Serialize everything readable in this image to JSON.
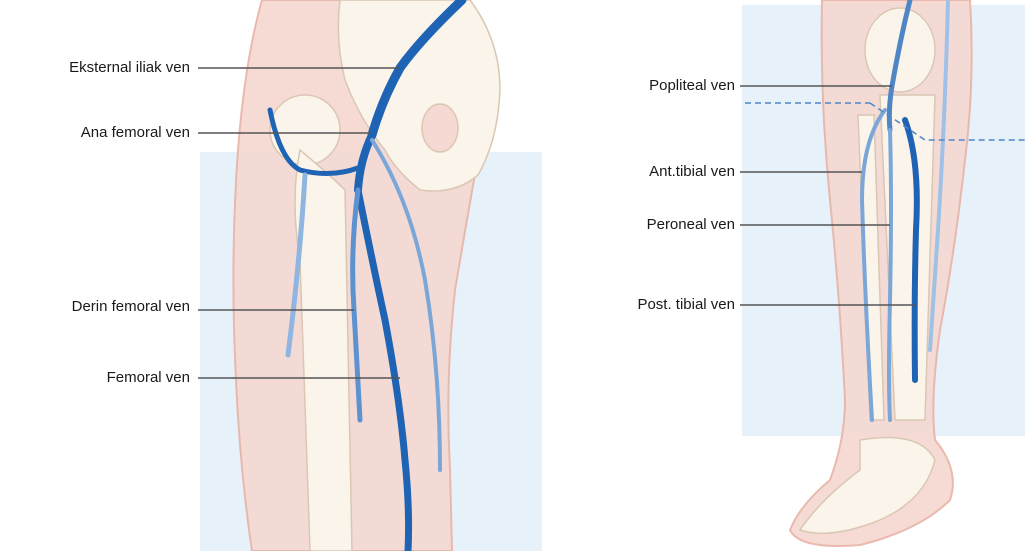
{
  "thigh_labels": {
    "external_iliac": "Eksternal iliak ven",
    "common_femoral": "Ana femoral ven",
    "deep_femoral": "Derin femoral ven",
    "femoral": "Femoral ven"
  },
  "leg_labels": {
    "popliteal": "Popliteal ven",
    "anterior_tibial": "Ant.tibial ven",
    "peroneal": "Peroneal ven",
    "posterior_tibial": "Post. tibial ven"
  },
  "colors": {
    "vein_dark": "#1f64b4",
    "vein_light": "#7aa7d8",
    "skin": "#f6d9d2",
    "skin_outline": "#e8b4a8",
    "bone": "#fbf4ea",
    "bone_outline": "#d9c7b3",
    "backdrop": "#e7f1f9",
    "leader": "#555555"
  }
}
